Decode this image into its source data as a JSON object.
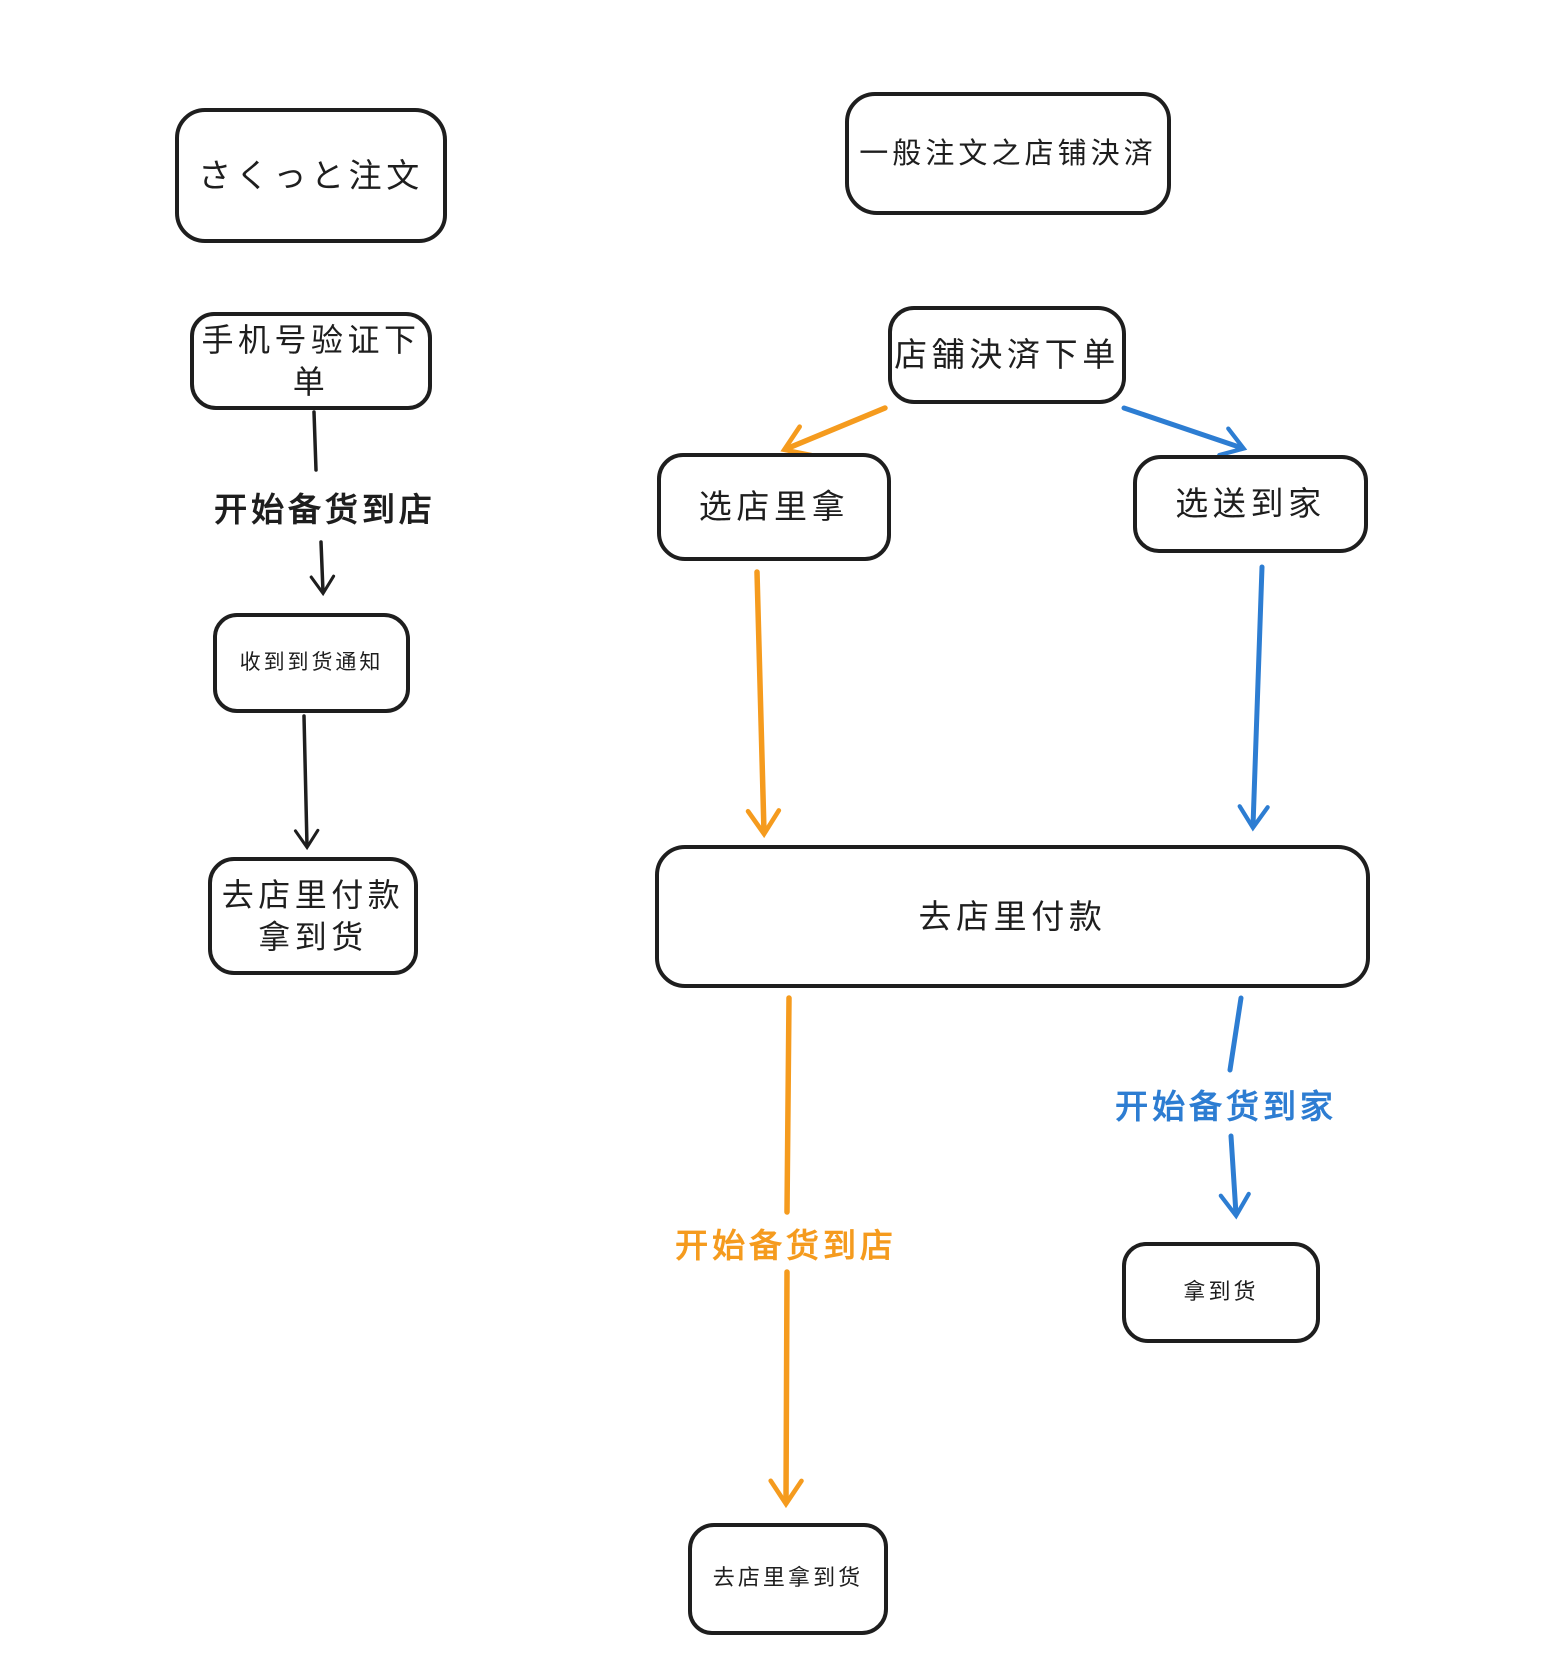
{
  "colors": {
    "ink": "#1e1e1e",
    "orange": "#F59B1E",
    "blue": "#2D7DD2",
    "canvas": "#ffffff"
  },
  "left_flow": {
    "title": "さくっと注文",
    "node_phone_order": "手机号验证下单",
    "edge_label_prepare_store": "开始备货到店",
    "node_arrival_notice": "收到到货通知",
    "node_pay_line1": "去店里付款",
    "node_pay_line2": "拿到货"
  },
  "right_flow": {
    "title": "一般注文之店铺決済",
    "node_store_checkout": "店舗決済下单",
    "node_choose_pickup": "选店里拿",
    "node_choose_delivery": "选送到家",
    "node_pay_at_store": "去店里付款",
    "edge_label_prepare_store": "开始备货到店",
    "edge_label_prepare_home": "开始备货到家",
    "node_receive_goods": "拿到货",
    "node_pickup_goods": "去店里拿到货"
  }
}
